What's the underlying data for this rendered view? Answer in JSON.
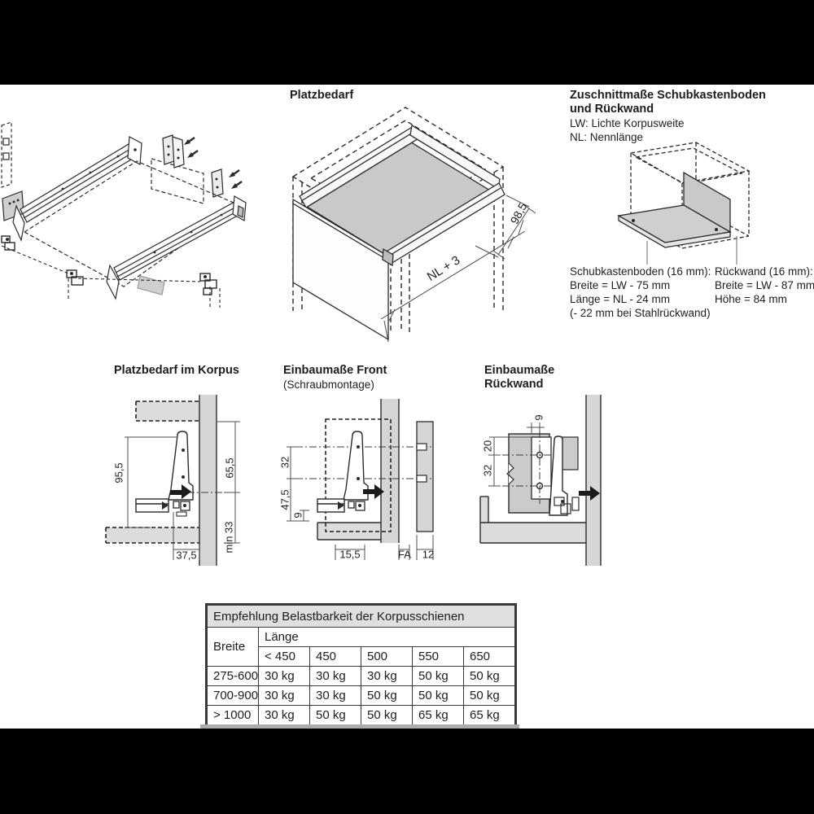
{
  "document": {
    "sections": {
      "platzbedarf": {
        "title": "Platzbedarf",
        "dim_length": "NL + 3",
        "dim_height": "98,5"
      },
      "zuschnitt": {
        "title_line1": "Zuschnittmaße Schubkastenboden",
        "title_line2": "und Rückwand",
        "legend_lw": "LW: Lichte Korpusweite",
        "legend_nl": "NL: Nennlänge",
        "boden_heading": "Schubkastenboden (16 mm):",
        "boden_breite": "Breite = LW - 75 mm",
        "boden_laenge": "Länge = NL - 24 mm",
        "boden_note": "(- 22 mm bei Stahlrückwand)",
        "rueckwand_heading": "Rückwand (16 mm):",
        "rueckwand_breite": "Breite = LW - 87 mm",
        "rueckwand_hoehe": "Höhe = 84 mm"
      },
      "korpus": {
        "title": "Platzbedarf im Korpus",
        "dim_zarge": "95,5",
        "dim_achse": "65,5",
        "dim_tiefe": "37,5",
        "dim_min": "min 33"
      },
      "front": {
        "title": "Einbaumaße Front",
        "subtitle": "(Schraubmontage)",
        "dim_32": "32",
        "dim_47_5": "47,5",
        "dim_9": "9",
        "dim_15_5": "15,5",
        "dim_fa": "FA",
        "dim_12": "12"
      },
      "rueckwand": {
        "title_line1": "Einbaumaße",
        "title_line2": "Rückwand",
        "dim_9": "9",
        "dim_20": "20",
        "dim_32": "32"
      }
    },
    "table": {
      "title": "Empfehlung Belastbarkeit der Korpusschienen",
      "col_breite": "Breite",
      "col_laenge": "Länge",
      "laenge_values": [
        "< 450",
        "450",
        "500",
        "550",
        "650"
      ],
      "rows": [
        {
          "breite": "275-600",
          "values": [
            "30 kg",
            "30 kg",
            "30 kg",
            "50 kg",
            "50 kg"
          ]
        },
        {
          "breite": "700-900",
          "values": [
            "30 kg",
            "30 kg",
            "50 kg",
            "50 kg",
            "50 kg"
          ]
        },
        {
          "breite": "> 1000",
          "values": [
            "30 kg",
            "50 kg",
            "50 kg",
            "65 kg",
            "65 kg"
          ]
        }
      ]
    },
    "colors": {
      "paper": "#ffffff",
      "letterbox": "#000000",
      "line": "#2b2b2b",
      "fill_light": "#dcdcdc",
      "fill_mid": "#d0d0d0",
      "table_header_bg": "#e0e0e0",
      "border": "#3a3a3a"
    }
  }
}
